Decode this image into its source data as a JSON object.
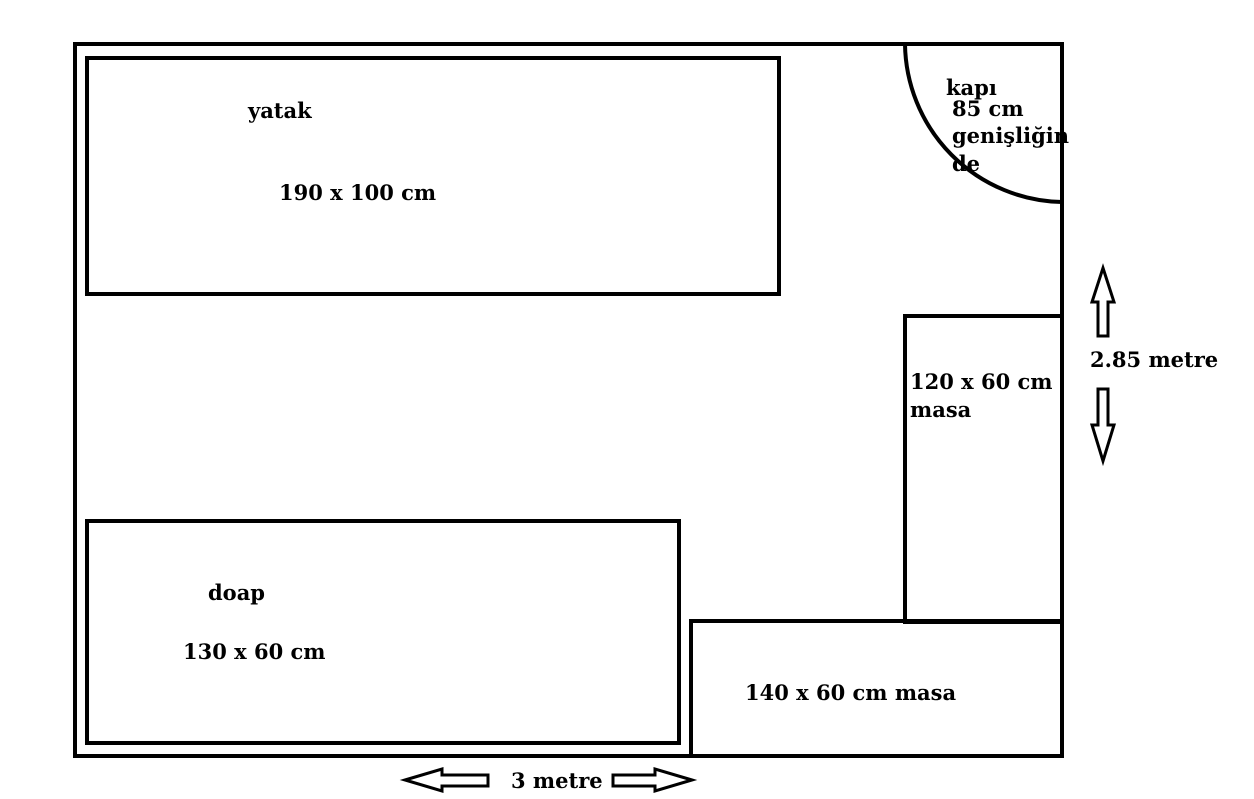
{
  "room": {
    "width_label": "3 metre",
    "height_label": "2.85 metre"
  },
  "bed": {
    "name": "yatak",
    "size": "190 x 100 cm"
  },
  "door": {
    "name": "kapı",
    "width_line1": "85 cm",
    "width_line2": "genişliğin",
    "width_line3": "de"
  },
  "desk_side": {
    "size": "120 x 60 cm",
    "name": "masa"
  },
  "wardrobe": {
    "name": "doap",
    "size": "130 x 60 cm"
  },
  "desk_bottom": {
    "label": "140 x 60 cm masa"
  }
}
